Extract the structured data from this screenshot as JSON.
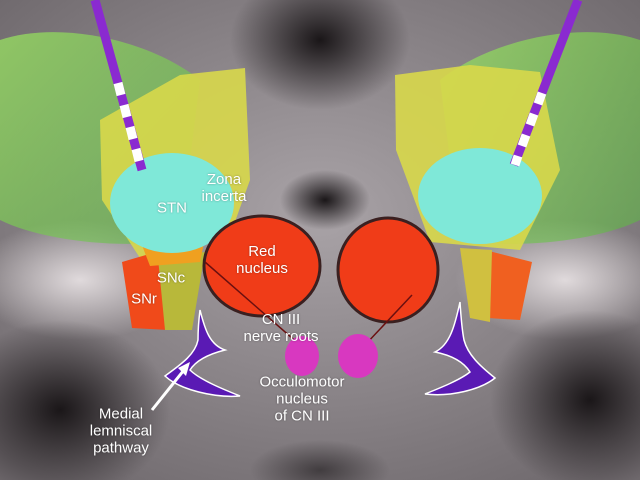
{
  "labels": {
    "zona_incerta_1": "Zona",
    "zona_incerta_2": "incerta",
    "stn": "STN",
    "red_nucleus_1": "Red",
    "red_nucleus_2": "nucleus",
    "snc": "SNc",
    "snr": "SNr",
    "cn3_roots_1": "CN III",
    "cn3_roots_2": "nerve roots",
    "occulomotor_1": "Occulomotor",
    "occulomotor_2": "nucleus",
    "occulomotor_3": "of CN III",
    "medial_lemniscal_1": "Medial",
    "medial_lemniscal_2": "lemniscal",
    "medial_lemniscal_3": "pathway"
  },
  "colors": {
    "zona_incerta": "#d8d84a",
    "stn": "#7fe8d8",
    "red_nucleus": "#f03c18",
    "snr": "#f04a1a",
    "snc": "#b8b83a",
    "occulomotor": "#d838c0",
    "medial_lemniscus": "#5a1ab4",
    "electrode": "#8a2ad0",
    "fibers": "#7ad84a"
  }
}
